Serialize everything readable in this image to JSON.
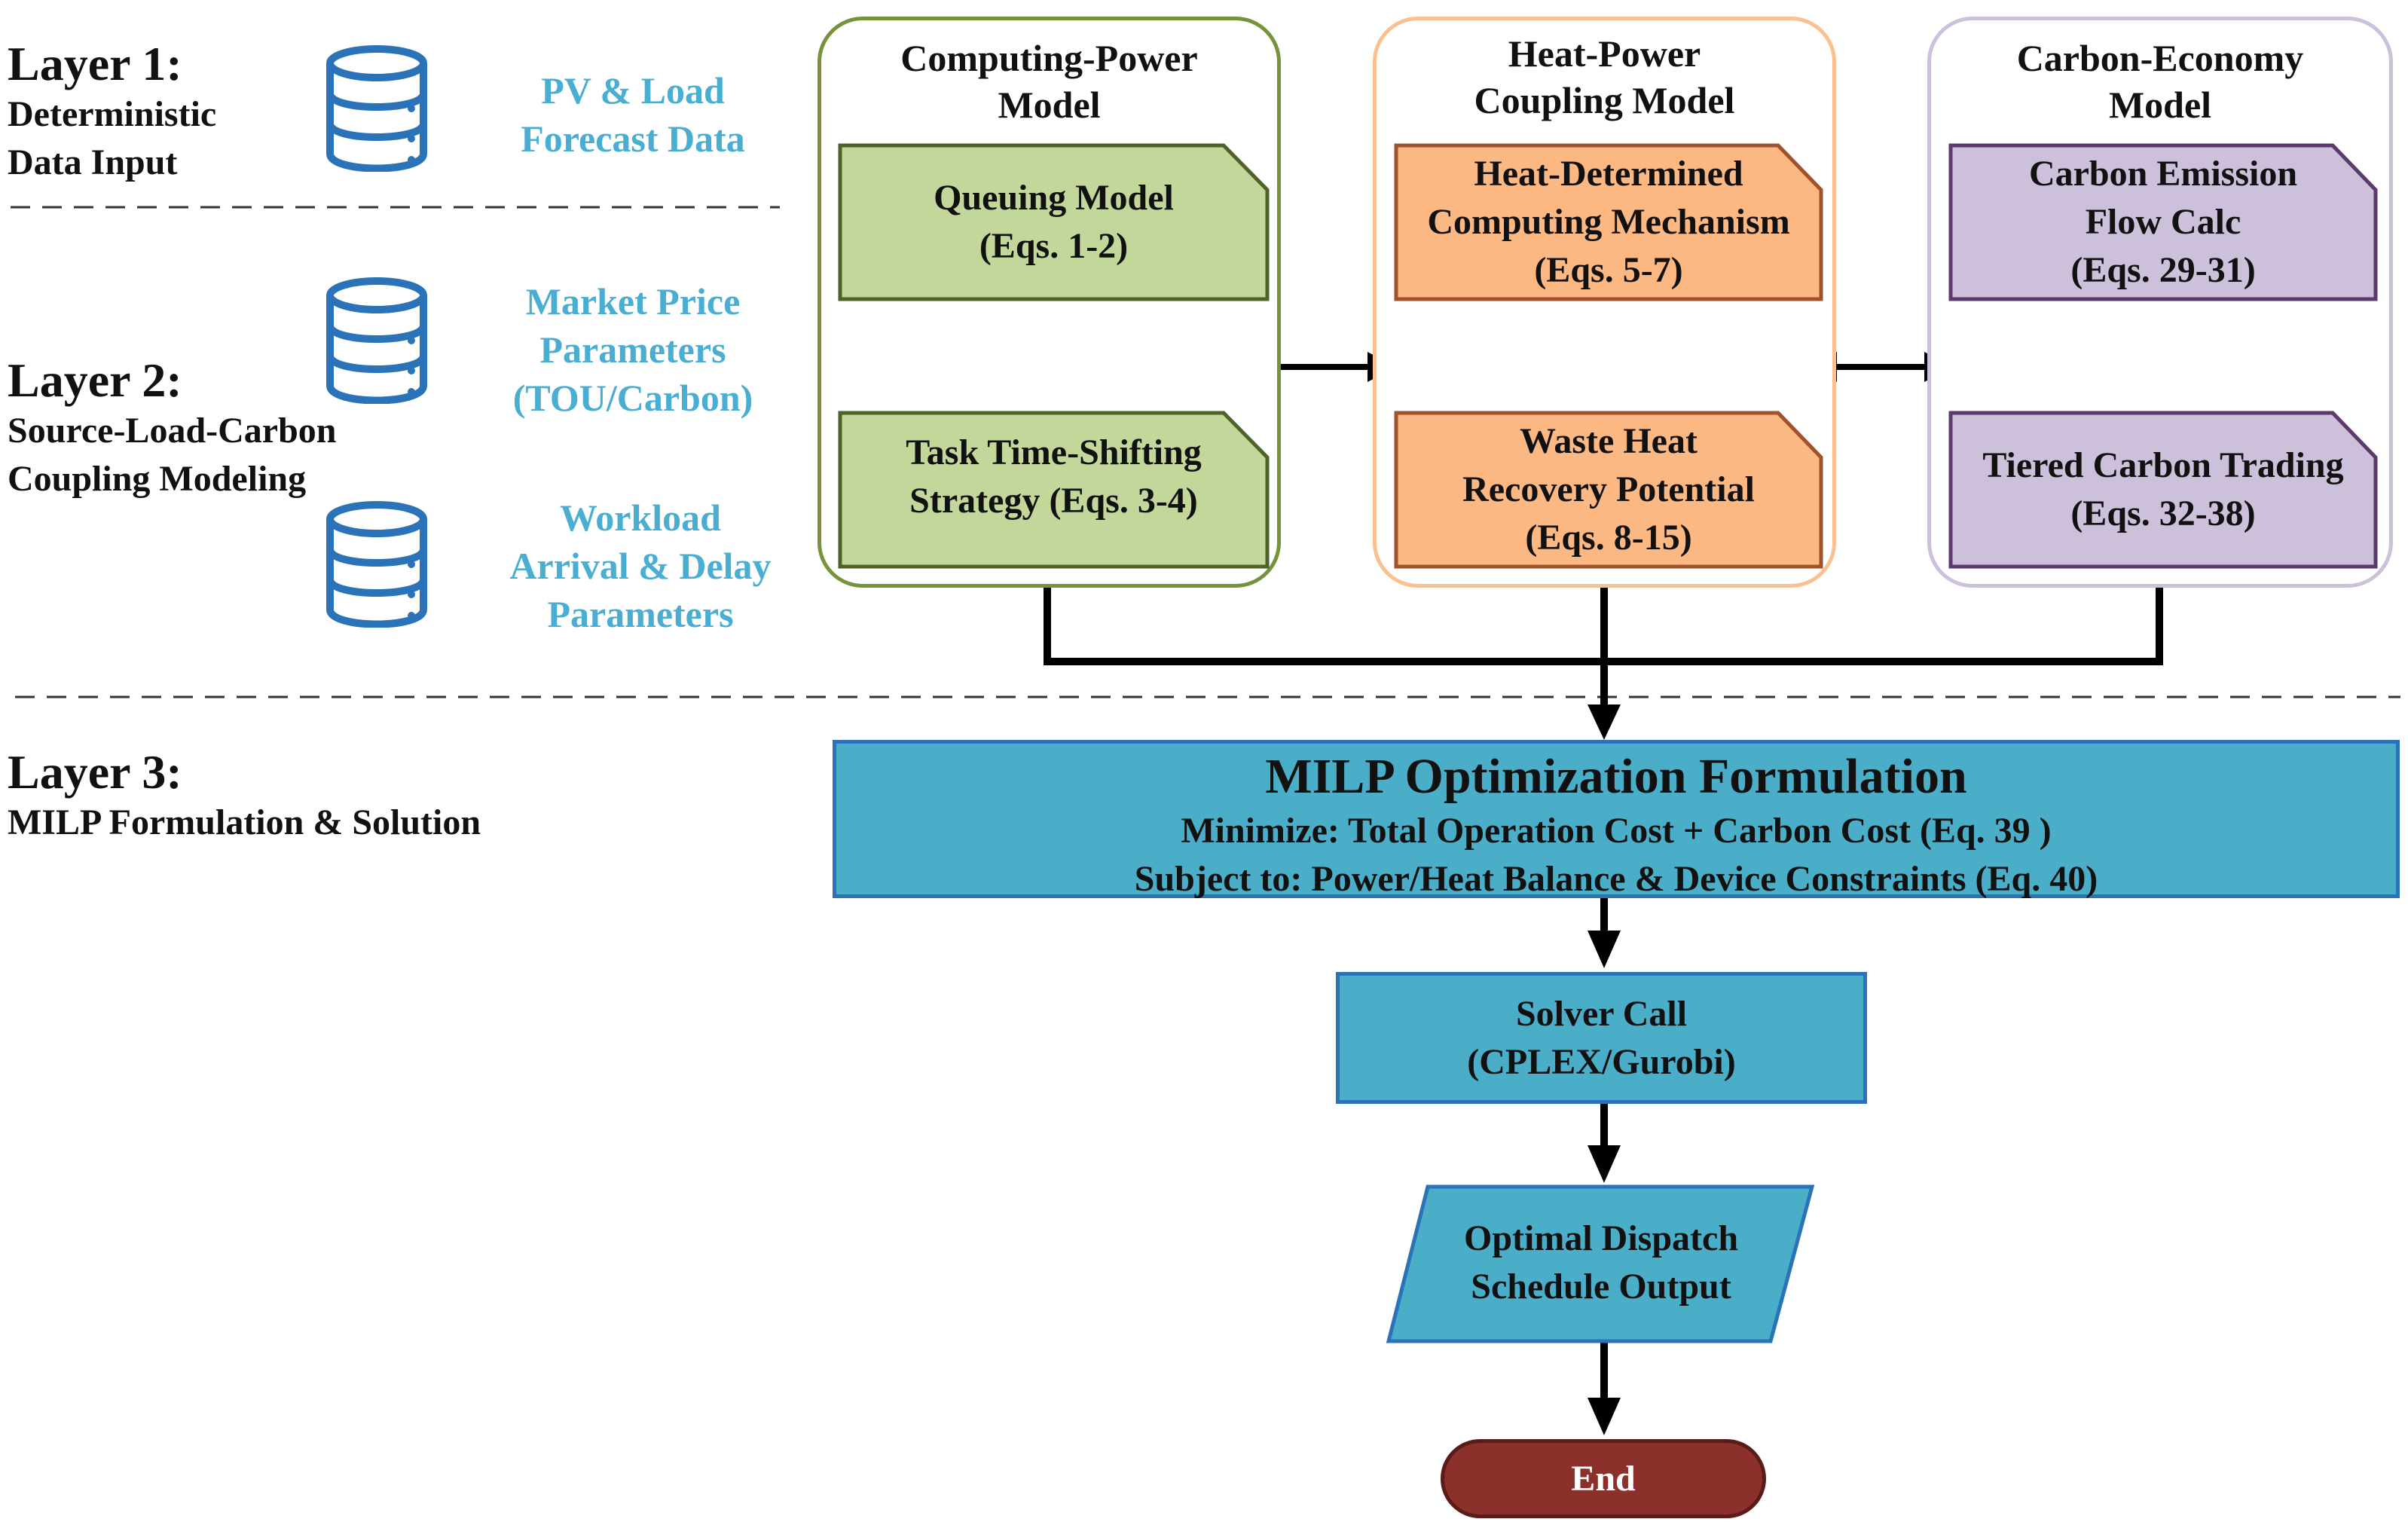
{
  "layers": {
    "layer1": {
      "title": "Layer 1:",
      "subtitle_line1": "Deterministic",
      "subtitle_line2": "Data Input"
    },
    "layer2": {
      "title": "Layer 2:",
      "subtitle_line1": "Source-Load-Carbon",
      "subtitle_line2": "Coupling Modeling"
    },
    "layer3": {
      "title": "Layer 3:",
      "subtitle_line1": "MILP Formulation & Solution"
    }
  },
  "data_inputs": [
    {
      "icon": "database-icon",
      "line1": "PV & Load",
      "line2": "Forecast Data"
    },
    {
      "icon": "database-icon",
      "line1": "Market Price",
      "line2": "Parameters",
      "line3": "(TOU/Carbon)"
    },
    {
      "icon": "database-icon",
      "line1": "Workload",
      "line2": "Arrival & Delay",
      "line3": "Parameters"
    }
  ],
  "models": {
    "computing": {
      "title_line1": "Computing-Power",
      "title_line2": "Model",
      "top_box": "Queuing Model\n(Eqs. 1-2)",
      "bottom_box": "Task Time-Shifting\nStrategy (Eqs. 3-4)"
    },
    "heat": {
      "title_line1": "Heat-Power",
      "title_line2": "Coupling Model",
      "top_box": "Heat-Determined\nComputing Mechanism\n(Eqs. 5-7)",
      "bottom_box": "Waste Heat\nRecovery Potential\n(Eqs. 8-15)"
    },
    "carbon": {
      "title_line1": "Carbon-Economy",
      "title_line2": "Model",
      "top_box": "Carbon Emission\nFlow Calc\n(Eqs. 29-31)",
      "bottom_box": "Tiered Carbon Trading\n(Eqs. 32-38)"
    }
  },
  "milp": {
    "title": "MILP Optimization Formulation",
    "objective": "Minimize: Total Operation Cost + Carbon Cost (Eq. 39 )",
    "constraints": "Subject to: Power/Heat Balance & Device Constraints (Eq. 40)"
  },
  "solver": {
    "line1": "Solver Call",
    "line2": "(CPLEX/Gurobi)"
  },
  "output": {
    "line1": "Optimal Dispatch",
    "line2": "Schedule Output"
  },
  "end": {
    "label": "End"
  },
  "colors": {
    "data_label": "#4aaed2",
    "database_icon": "#2a73b8",
    "computing_border": "#76933c",
    "computing_fill": "#c4d79b",
    "heat_border": "#fac090",
    "heat_box_fill": "#fbb883",
    "heat_box_border": "#a0522d",
    "carbon_border": "#ccc0da",
    "carbon_fill": "#ccc0da",
    "carbon_box_border": "#5b3a6e",
    "milp_fill": "#4aaec9",
    "milp_border": "#2a73b8",
    "end_fill": "#8c302c"
  }
}
